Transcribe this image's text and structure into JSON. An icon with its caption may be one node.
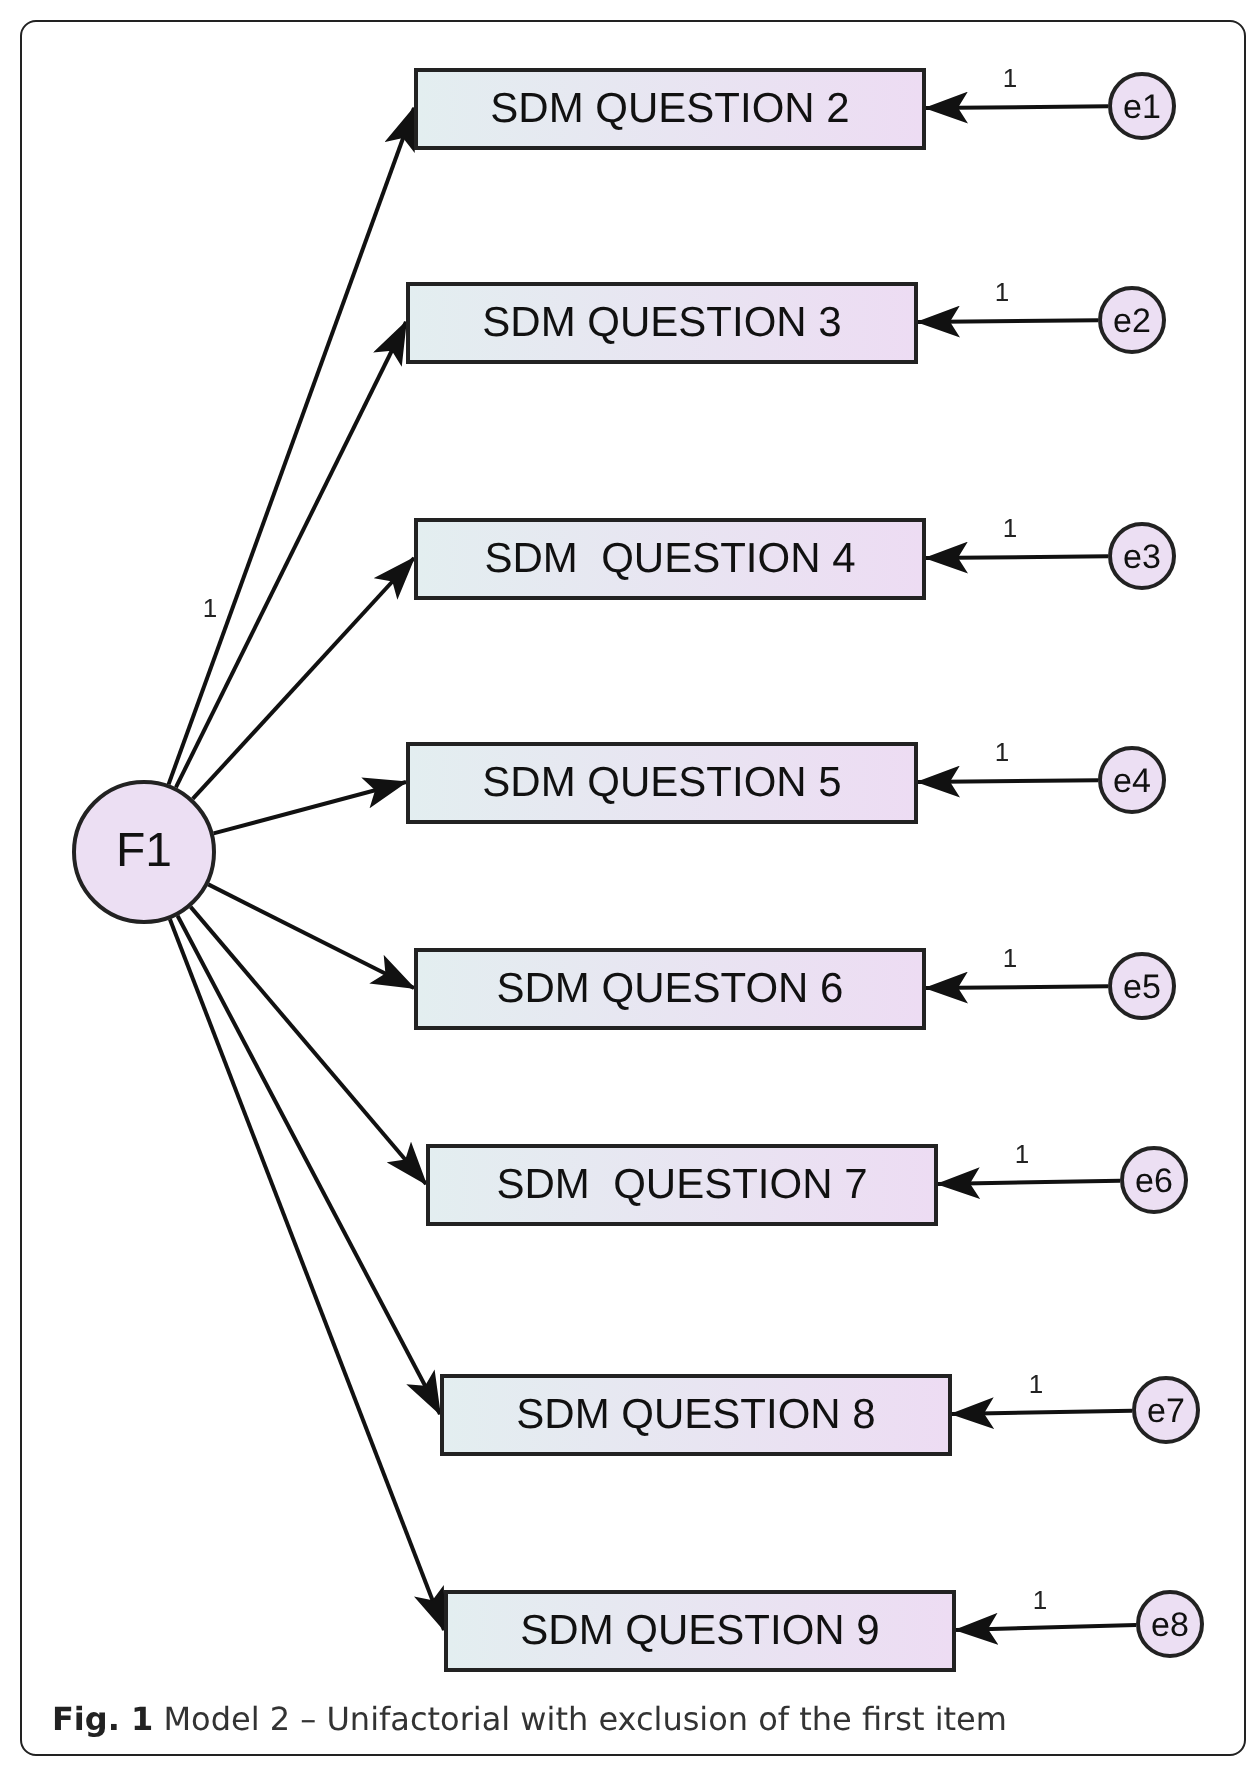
{
  "diagram": {
    "caption": "**Fig. 1** Model 2 – Unifactorial with exclusion of the first item",
    "nodes": [
      {
        "text": [
          "F1"
        ]
      },
      {
        "text": [
          "SDM QUESTION 2"
        ]
      },
      {
        "text": [
          "SDM QUESTION 3"
        ]
      },
      {
        "text": [
          "SDM  QUESTION 4"
        ]
      },
      {
        "text": [
          "SDM QUESTION 5"
        ]
      },
      {
        "text": [
          "SDM QUESTON 6"
        ]
      },
      {
        "text": [
          "SDM  QUESTION 7"
        ]
      },
      {
        "text": [
          "SDM QUESTION 8"
        ]
      },
      {
        "text": [
          "SDM QUESTION 9"
        ]
      },
      {
        "text": [
          "e1"
        ]
      },
      {
        "text": [
          "e2"
        ]
      },
      {
        "text": [
          "e3"
        ]
      },
      {
        "text": [
          "e4"
        ]
      },
      {
        "text": [
          "e5"
        ]
      },
      {
        "text": [
          "e6"
        ]
      },
      {
        "text": [
          "e7"
        ]
      },
      {
        "text": [
          "e8"
        ]
      }
    ],
    "edges": [
      {
        "from": 0,
        "to": 1,
        "arrow": "to",
        "label": "1"
      },
      {
        "from": 0,
        "to": 2,
        "arrow": "to"
      },
      {
        "from": 0,
        "to": 3,
        "arrow": "to"
      },
      {
        "from": 0,
        "to": 4,
        "arrow": "to"
      },
      {
        "from": 0,
        "to": 5,
        "arrow": "to"
      },
      {
        "from": 0,
        "to": 6,
        "arrow": "to"
      },
      {
        "from": 0,
        "to": 7,
        "arrow": "to"
      },
      {
        "from": 0,
        "to": 8,
        "arrow": "to"
      },
      {
        "from": 9,
        "to": 1,
        "arrow": "to",
        "label": "1"
      },
      {
        "from": 10,
        "to": 2,
        "arrow": "to",
        "label": "1"
      },
      {
        "from": 11,
        "to": 3,
        "arrow": "to",
        "label": "1"
      },
      {
        "from": 12,
        "to": 4,
        "arrow": "to",
        "label": "1"
      },
      {
        "from": 13,
        "to": 5,
        "arrow": "to",
        "label": "1"
      },
      {
        "from": 14,
        "to": 6,
        "arrow": "to",
        "label": "1"
      },
      {
        "from": 15,
        "to": 7,
        "arrow": "to",
        "label": "1"
      },
      {
        "from": 16,
        "to": 8,
        "arrow": "to",
        "label": "1"
      }
    ]
  }
}
